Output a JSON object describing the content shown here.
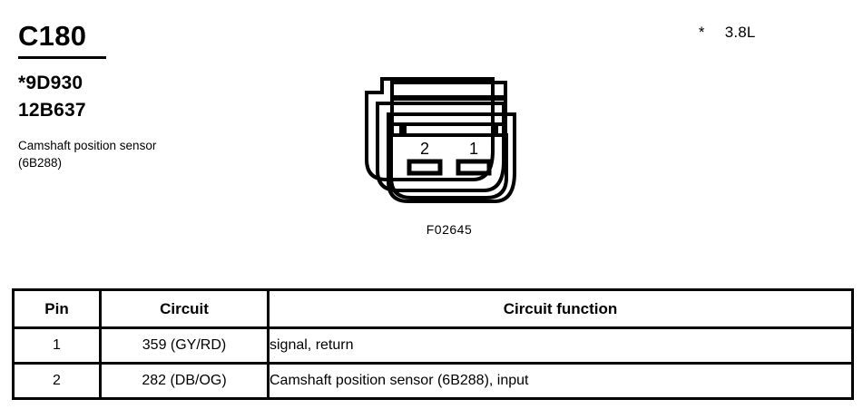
{
  "engine_note": {
    "marker": "*",
    "displacement": "3.8L"
  },
  "identification": {
    "connector_id": "C180",
    "part_numbers": [
      "*9D930",
      "12B637"
    ],
    "description": "Camshaft position sensor (6B288)"
  },
  "connector": {
    "code": "F02645",
    "pin_labels": [
      "2",
      "1"
    ],
    "cavity_count": 2
  },
  "table": {
    "headers": [
      "Pin",
      "Circuit",
      "Circuit function"
    ],
    "rows": [
      {
        "pin": "1",
        "circuit": "359 (GY/RD)",
        "function": "signal, return"
      },
      {
        "pin": "2",
        "circuit": "282 (DB/OG)",
        "function": "Camshaft position sensor (6B288), input"
      }
    ]
  },
  "colors": {
    "ink": "#000000",
    "page": "#ffffff"
  }
}
